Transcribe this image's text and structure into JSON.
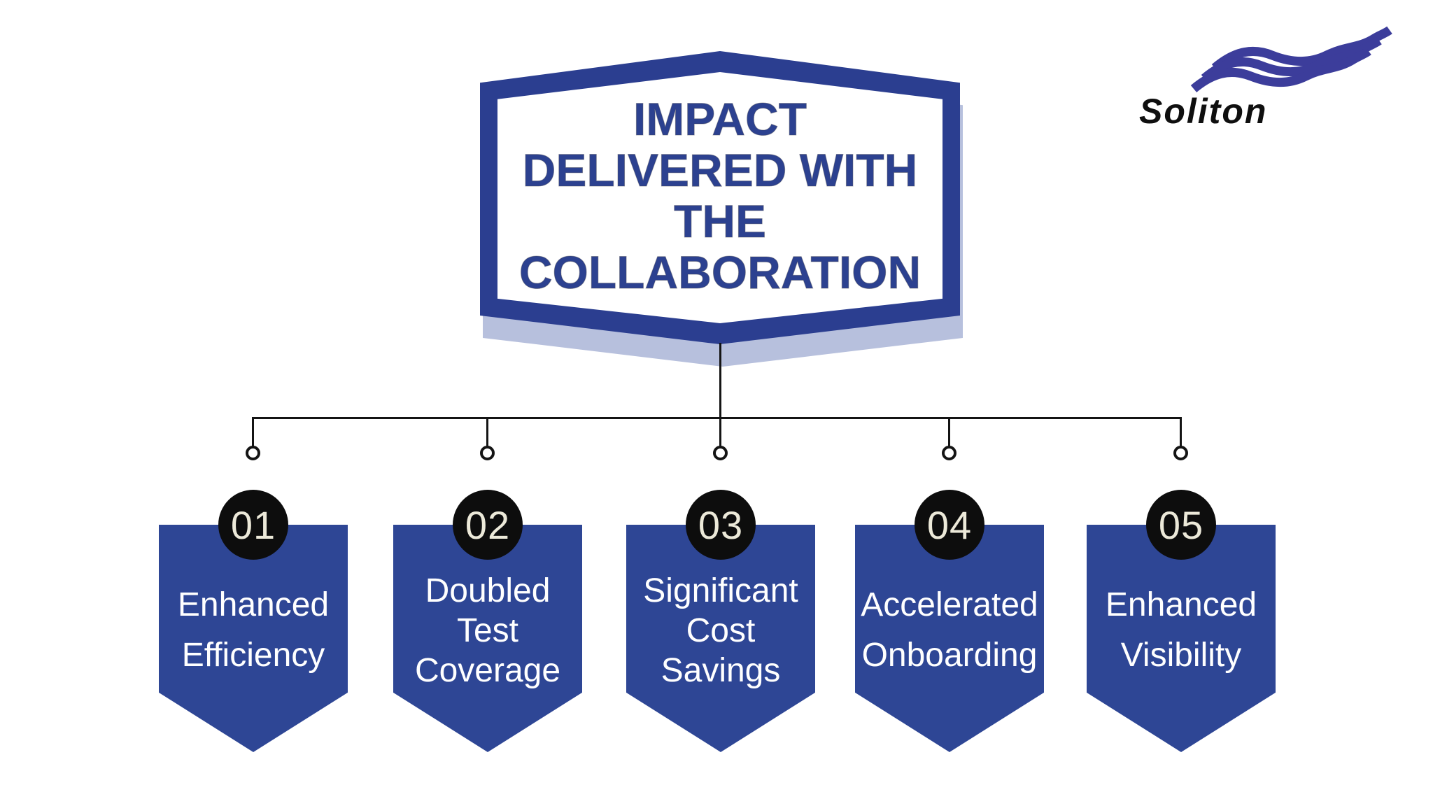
{
  "title": {
    "lines": [
      "IMPACT",
      "DELIVERED WITH",
      "THE",
      "COLLABORATION"
    ]
  },
  "logo": {
    "name": "Soliton",
    "waves_icon": "three-wave-stripes"
  },
  "branches": [
    {
      "number": "01",
      "lines": [
        "Enhanced",
        "Efficiency"
      ]
    },
    {
      "number": "02",
      "lines": [
        "Doubled",
        "Test",
        "Coverage"
      ]
    },
    {
      "number": "03",
      "lines": [
        "Significant",
        "Cost",
        "Savings"
      ]
    },
    {
      "number": "04",
      "lines": [
        "Accelerated",
        "Onboarding"
      ]
    },
    {
      "number": "05",
      "lines": [
        "Enhanced",
        "Visibility"
      ]
    }
  ],
  "colors": {
    "banner_blue": "#2e4695",
    "hexagon_border_blue": "#2b3e90",
    "hexagon_shadow": "#b7c0dd",
    "title_text": "#2c4190",
    "badge_black": "#0d0d0d",
    "badge_digit_cream": "#ece9d9",
    "connector_black": "#141414",
    "wave_blue": "#3c3d9b",
    "logo_text_black": "#0f0f0f",
    "background": "#ffffff",
    "banner_text": "#ffffff"
  }
}
